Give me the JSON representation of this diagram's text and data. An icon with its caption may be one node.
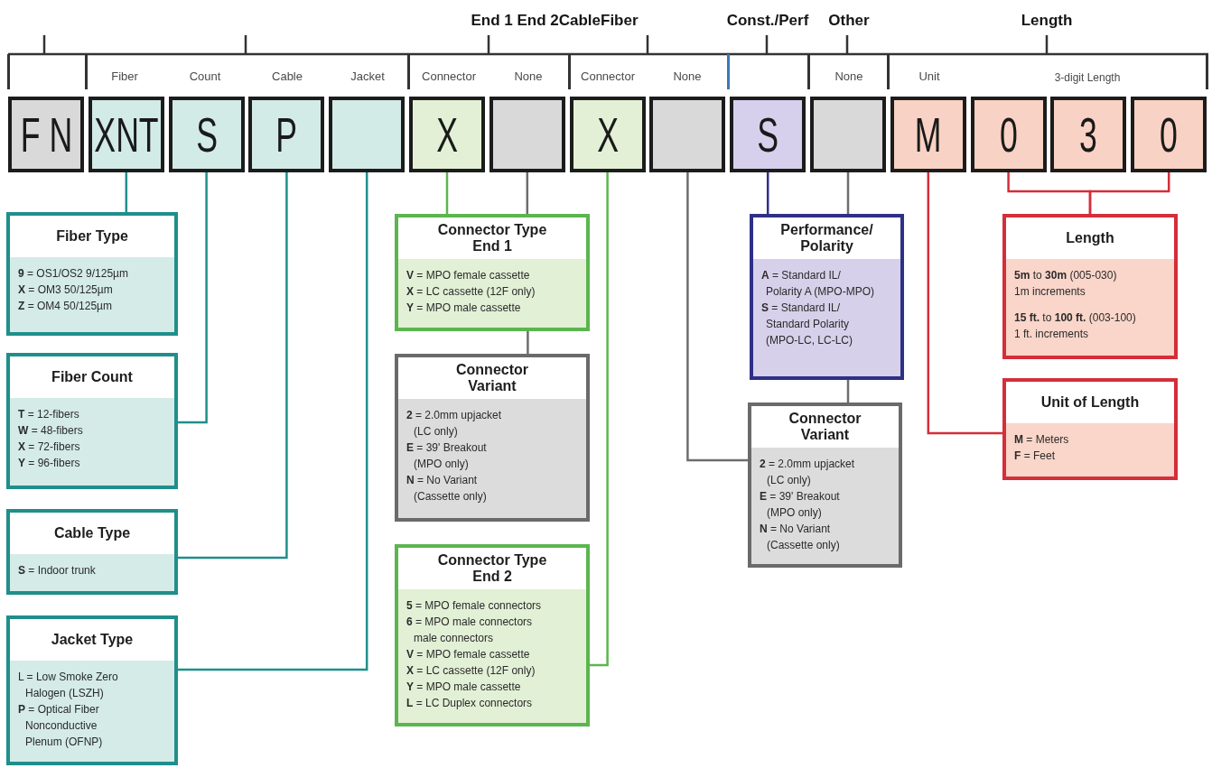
{
  "diagram": {
    "nodes": [
      {
        "text": [
          "F N"
        ]
      },
      {
        "text": [
          "XNT"
        ]
      },
      {
        "text": [
          "S"
        ]
      },
      {
        "text": [
          "P"
        ]
      },
      {
        "text": [],
        "shape": "box"
      },
      {
        "text": [
          "X"
        ]
      },
      {
        "text": [],
        "shape": "box"
      },
      {
        "text": [
          "X"
        ]
      },
      {
        "text": [],
        "shape": "box"
      },
      {
        "text": [
          "S"
        ]
      },
      {
        "text": [],
        "shape": "box"
      },
      {
        "text": [
          "M"
        ]
      },
      {
        "text": [
          "0"
        ]
      },
      {
        "text": [
          "3"
        ]
      },
      {
        "text": [
          "0"
        ]
      },
      {
        "text": [
          "Fiber Type",
          "**9** = OS1/OS2 9/125µm",
          "**X** = OM3 50/125µm",
          "**Z** = OM4 50/125µm"
        ]
      },
      {
        "text": [
          "Fiber Count",
          "**T** = 12-fibers",
          "**W** = 48-fibers",
          "**X** = 72-fibers",
          "**Y** = 96-fibers"
        ]
      },
      {
        "text": [
          "Cable Type",
          "**S** = Indoor trunk"
        ]
      },
      {
        "text": [
          "Jacket Type",
          "L = Low Smoke Zero Halogen (LSZH)",
          "**P** = Optical Fiber Nonconductive Plenum (OFNP)"
        ]
      },
      {
        "text": [
          "Connector Type End 1",
          "**V** = MPO female cassette",
          "**X** = LC cassette (12F only)",
          "**Y** = MPO male cassette"
        ]
      },
      {
        "text": [
          "Connector Variant",
          "**2** = 2.0mm upjacket (LC only)",
          "**E** = 39' Breakout (MPO only)",
          "**N** = No Variant (Cassette only)"
        ]
      },
      {
        "text": [
          "Connector Type End 2",
          "**5** = MPO female connectors",
          "**6** = MPO male connectors male connectors",
          "**V** = MPO female cassette",
          "**X** = LC cassette (12F only)",
          "**Y** = MPO male cassette",
          "**L** = LC Duplex connectors"
        ]
      },
      {
        "text": [
          "Performance/ Polarity",
          "**A** = Standard IL/ Polarity A (MPO-MPO)",
          "**S** = Standard IL/ Standard Polarity (MPO-LC, LC-LC)"
        ]
      },
      {
        "text": [
          "Connector Variant",
          "**2** = 2.0mm upjacket (LC only)",
          "**E** = 39' Breakout (MPO only)",
          "**N** = No Variant (Cassette only)"
        ]
      },
      {
        "text": [
          "Length",
          "**5m** to **30m** (005-030)",
          "1m increments",
          "**15 ft.** to **100 ft.** (003-100)",
          "1 ft. increments"
        ]
      },
      {
        "text": [
          "Unit of Length",
          "**M** = Meters",
          "**F** = Feet"
        ]
      }
    ],
    "edges": [
      {
        "from": 1,
        "to": 15,
        "arrow": "none",
        "color": "#1f8f8b"
      },
      {
        "from": 2,
        "to": 16,
        "arrow": "none",
        "color": "#1f8f8b"
      },
      {
        "from": 3,
        "to": 17,
        "arrow": "none",
        "color": "#1f8f8b"
      },
      {
        "from": 4,
        "to": 18,
        "arrow": "none",
        "color": "#1f8f8b"
      },
      {
        "from": 5,
        "to": 19,
        "arrow": "none",
        "color": "#5cb54f"
      },
      {
        "from": 6,
        "to": 19,
        "arrow": "none"
      },
      {
        "from": 19,
        "to": 20,
        "arrow": "none"
      },
      {
        "from": 7,
        "to": 21,
        "arrow": "none",
        "color": "#5cb54f"
      },
      {
        "from": 8,
        "to": 23,
        "arrow": "none"
      },
      {
        "from": 9,
        "to": 22,
        "arrow": "none",
        "color": "#2e3086"
      },
      {
        "from": 10,
        "to": 22,
        "arrow": "none"
      },
      {
        "from": 22,
        "to": 23,
        "arrow": "none"
      },
      {
        "from": 11,
        "to": 25,
        "arrow": "none",
        "color": "#d42e3a"
      },
      {
        "from": 12,
        "to": 24,
        "arrow": "none",
        "color": "#d42e3a"
      },
      {
        "from": 14,
        "to": 24,
        "arrow": "none",
        "color": "#d42e3a"
      }
    ],
    "labels": [
      "End 1 End 2CableFiber",
      "Const./Perf",
      "Other",
      "Length",
      "Fiber",
      "Count",
      "Cable",
      "Jacket",
      "Connector",
      "None",
      "Connector",
      "None",
      "None",
      "Unit",
      "3-digit Length"
    ]
  }
}
